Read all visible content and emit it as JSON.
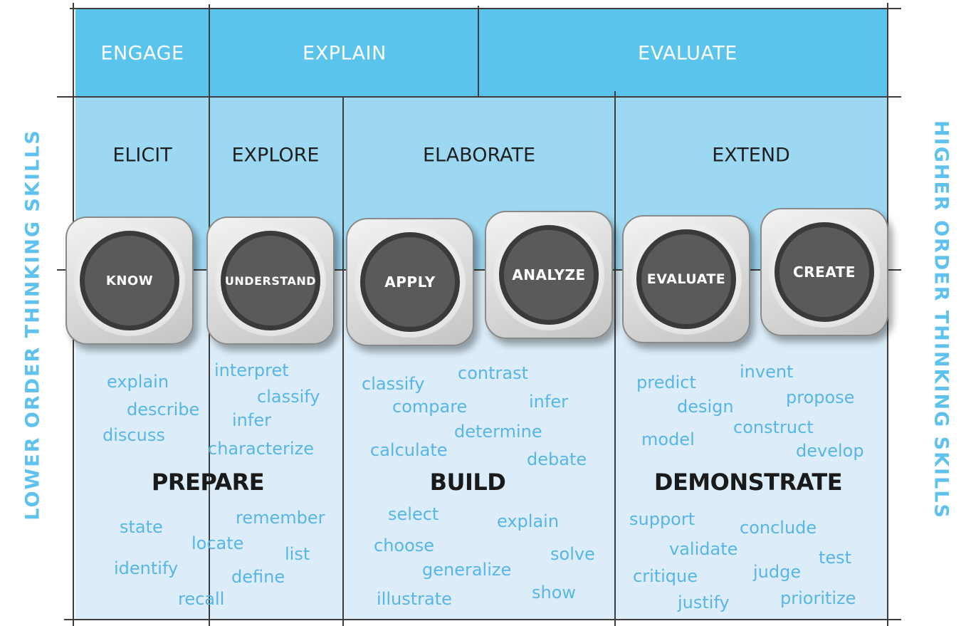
{
  "top_headers": [
    "ENGAGE",
    "EXPLAIN",
    "EVALUATE"
  ],
  "phases": [
    "ELICIT",
    "EXPLORE",
    "ELABORATE",
    "EXTEND"
  ],
  "levels": [
    "KNOW",
    "UNDERSTAND",
    "APPLY",
    "ANALYZE",
    "EVALUATE",
    "CREATE"
  ],
  "sections": {
    "prepare": {
      "title": "PREPARE",
      "upper_words": [
        "interpret",
        "explain",
        "classify",
        "describe",
        "infer",
        "discuss",
        "characterize"
      ],
      "lower_words": [
        "remember",
        "state",
        "locate",
        "list",
        "identify",
        "define",
        "recall"
      ]
    },
    "build": {
      "title": "BUILD",
      "upper_words": [
        "contrast",
        "classify",
        "infer",
        "compare",
        "determine",
        "calculate",
        "debate"
      ],
      "lower_words": [
        "select",
        "explain",
        "choose",
        "solve",
        "generalize",
        "show",
        "illustrate"
      ]
    },
    "demonstrate": {
      "title": "DEMONSTRATE",
      "upper_words": [
        "invent",
        "predict",
        "propose",
        "design",
        "construct",
        "model",
        "develop"
      ],
      "lower_words": [
        "support",
        "conclude",
        "validate",
        "test",
        "critique",
        "judge",
        "justify",
        "prioritize"
      ]
    }
  },
  "side_labels": {
    "left": "LOWER ORDER THINKING SKILLS",
    "right": "HIGHER ORDER THINKING SKILLS"
  },
  "colors": {
    "top_band": "#5bc4ec",
    "mid_band": "#9dd8f2",
    "low_band": "#dcedf9",
    "word": "#58b6e6",
    "disc": "#5a5a5a"
  }
}
